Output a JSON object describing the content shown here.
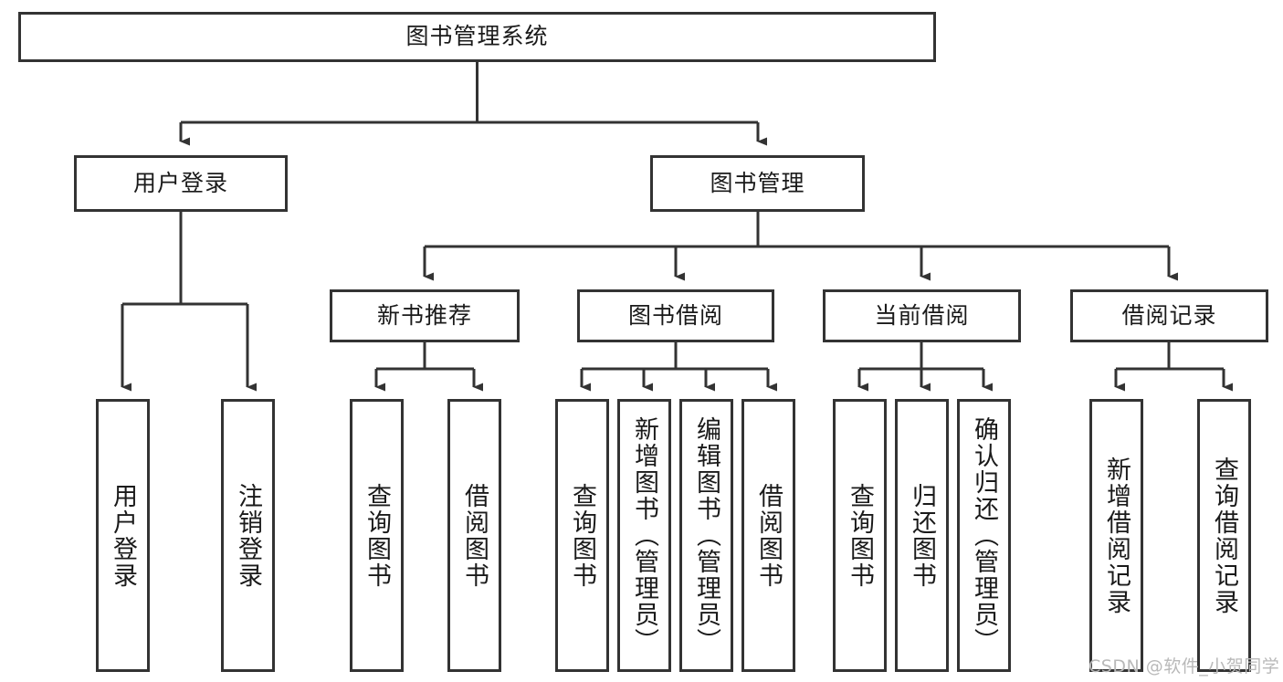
{
  "diagram": {
    "title": "图书管理系统",
    "type": "tree-hierarchy",
    "root": {
      "id": "root",
      "label": "图书管理系统",
      "orientation": "horizontal"
    },
    "level2": [
      {
        "id": "user-login",
        "label": "用户登录",
        "orientation": "horizontal"
      },
      {
        "id": "book-manage",
        "label": "图书管理",
        "orientation": "horizontal"
      }
    ],
    "level3": [
      {
        "id": "new-book-rec",
        "label": "新书推荐",
        "orientation": "horizontal",
        "parent": "book-manage"
      },
      {
        "id": "book-borrow",
        "label": "图书借阅",
        "orientation": "horizontal",
        "parent": "book-manage"
      },
      {
        "id": "current-borrow",
        "label": "当前借阅",
        "orientation": "horizontal",
        "parent": "book-manage"
      },
      {
        "id": "borrow-record",
        "label": "借阅记录",
        "orientation": "horizontal",
        "parent": "book-manage"
      }
    ],
    "leaves": [
      {
        "id": "leaf-user-login",
        "label": "用户登录",
        "orientation": "vertical",
        "parent": "user-login"
      },
      {
        "id": "leaf-user-logout",
        "label": "注销登录",
        "orientation": "vertical",
        "parent": "user-login"
      },
      {
        "id": "leaf-query-book-1",
        "label": "查询图书",
        "orientation": "vertical",
        "parent": "new-book-rec"
      },
      {
        "id": "leaf-borrow-book-1",
        "label": "借阅图书",
        "orientation": "vertical",
        "parent": "new-book-rec"
      },
      {
        "id": "leaf-query-book-2",
        "label": "查询图书",
        "orientation": "vertical",
        "parent": "book-borrow"
      },
      {
        "id": "leaf-add-book",
        "label": "新增图书（管理员）",
        "orientation": "vertical",
        "parent": "book-borrow"
      },
      {
        "id": "leaf-edit-book",
        "label": "编辑图书（管理员）",
        "orientation": "vertical",
        "parent": "book-borrow"
      },
      {
        "id": "leaf-borrow-book-2",
        "label": "借阅图书",
        "orientation": "vertical",
        "parent": "book-borrow"
      },
      {
        "id": "leaf-query-book-3",
        "label": "查询图书",
        "orientation": "vertical",
        "parent": "current-borrow"
      },
      {
        "id": "leaf-return-book",
        "label": "归还图书",
        "orientation": "vertical",
        "parent": "current-borrow"
      },
      {
        "id": "leaf-confirm-return",
        "label": "确认归还（管理员）",
        "orientation": "vertical",
        "parent": "current-borrow"
      },
      {
        "id": "leaf-add-record",
        "label": "新增借阅记录",
        "orientation": "vertical",
        "parent": "borrow-record"
      },
      {
        "id": "leaf-query-record",
        "label": "查询借阅记录",
        "orientation": "vertical",
        "parent": "borrow-record"
      }
    ]
  },
  "watermark": {
    "text": "CSDN @软件_小贺同学"
  },
  "colors": {
    "stroke": "#333333",
    "box_fill": "#ffffff",
    "text": "#1a1a1a",
    "watermark": "#b9b9b9",
    "background": "#ffffff"
  }
}
